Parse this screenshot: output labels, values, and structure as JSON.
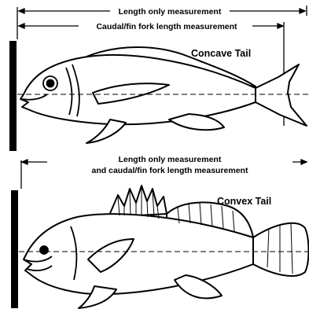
{
  "top": {
    "length_label": "Length only measurement",
    "fork_label": "Caudal/fin fork length measurement",
    "tail_type": "Concave Tail"
  },
  "bottom": {
    "length_label_line1": "Length only measurement",
    "length_label_line2": "and caudal/fin fork length measurement",
    "tail_type": "Convex Tail"
  }
}
